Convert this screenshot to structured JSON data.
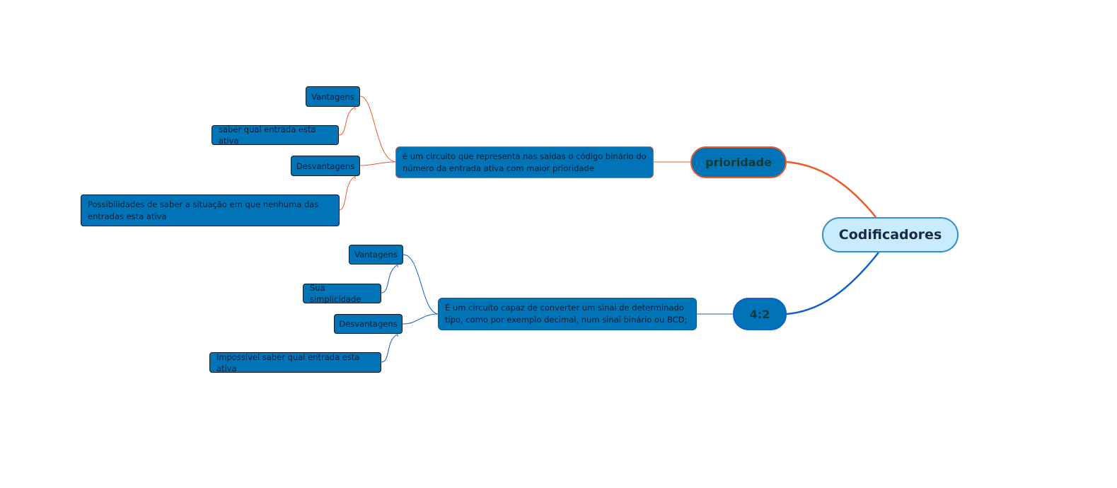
{
  "root": {
    "label": "Codificadores"
  },
  "branches": [
    {
      "label": "prioridade",
      "color": "#f0572a",
      "description": "é um circuito que representa nas saídas o código binário do número da entrada ativa com maior prioridade",
      "children": [
        {
          "label": "Vantagens",
          "detail": "saber qual entrada esta ativa"
        },
        {
          "label": "Desvantagens",
          "detail": "Possibilidades de saber a situação em que nenhuma das entradas esta ativa"
        }
      ]
    },
    {
      "label": "4:2",
      "color": "#0f5fcc",
      "description": "É um circuito capaz de converter um sinal de determinado tipo, como por exemplo decimal, num sinal binário ou BCD;",
      "children": [
        {
          "label": "Vantagens",
          "detail": "Sua simplicidade"
        },
        {
          "label": "Desvantagens",
          "detail": "Impossível saber qual entrada esta ativa"
        }
      ]
    }
  ],
  "colors": {
    "node_fill": "#0173b7",
    "root_fill": "#c9ecfc",
    "root_border": "#2e8fd0"
  }
}
